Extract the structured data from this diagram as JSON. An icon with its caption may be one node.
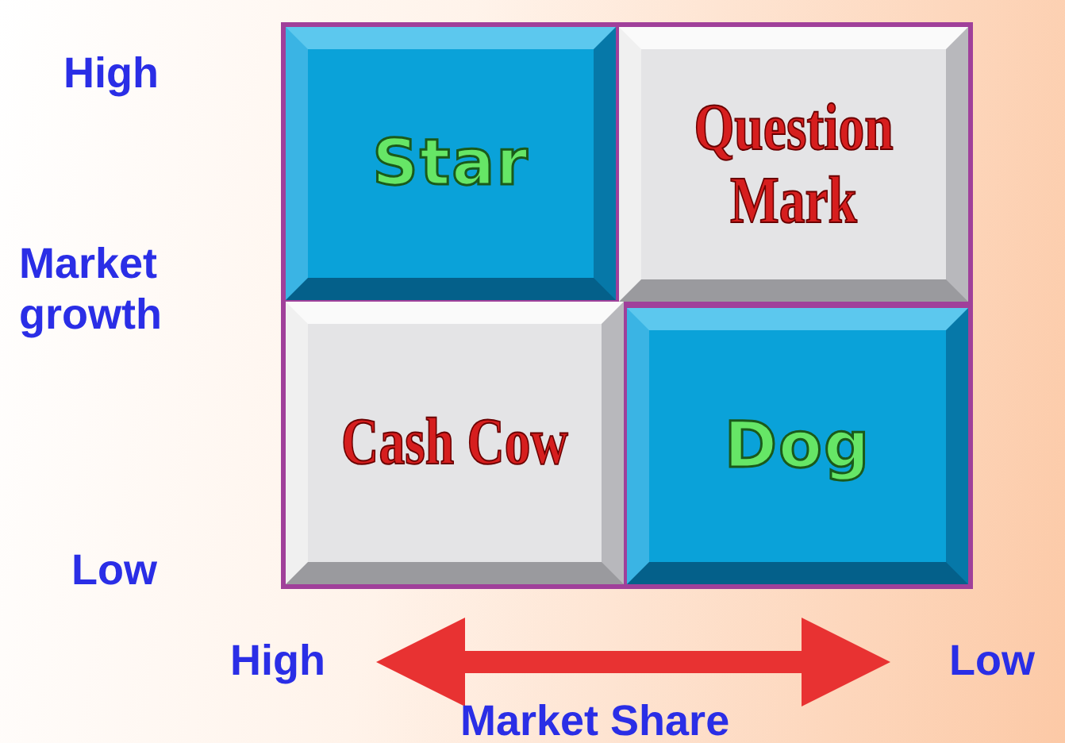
{
  "diagram": {
    "nodes": [
      {
        "text": [
          "Star"
        ]
      },
      {
        "text": [
          "Question Mark"
        ]
      },
      {
        "text": [
          "Cash Cow"
        ]
      },
      {
        "text": [
          "Dog"
        ]
      }
    ],
    "labels": [
      "High",
      "Market growth",
      "Low",
      "High",
      "Low",
      "Market Share"
    ]
  }
}
